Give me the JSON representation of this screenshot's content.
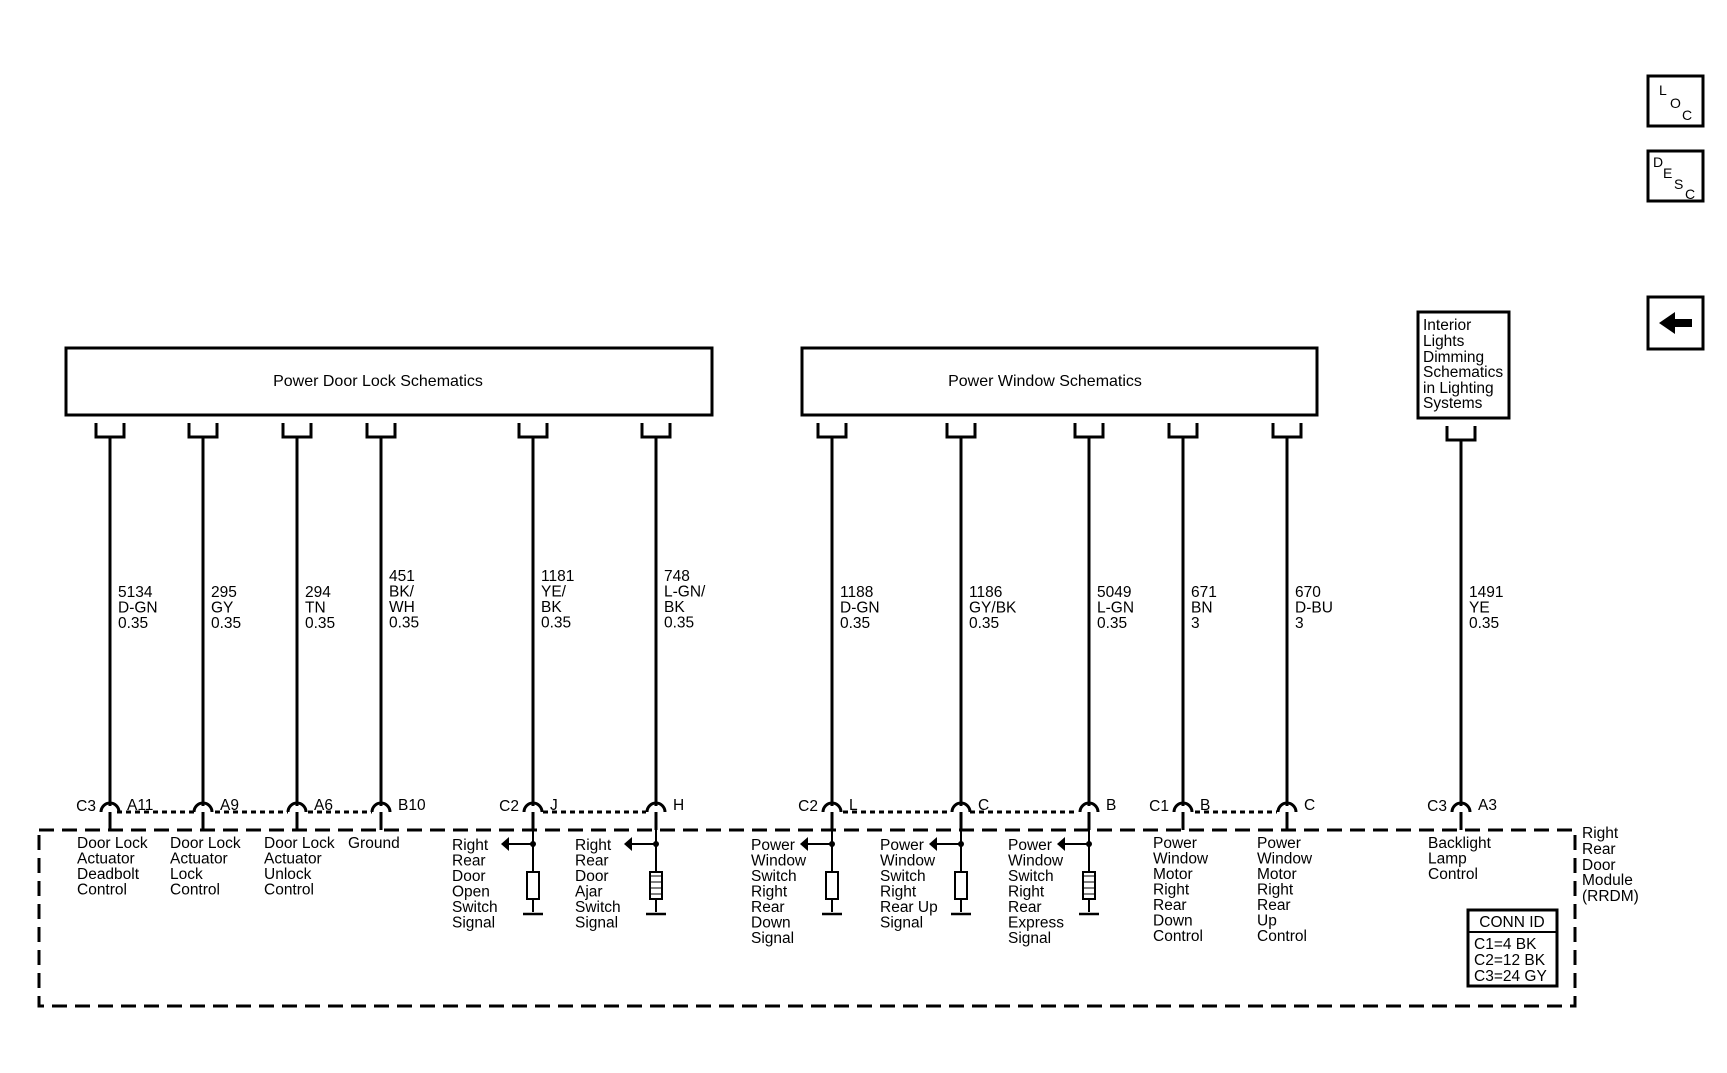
{
  "nav": {
    "loc": [
      "L",
      "O",
      "C"
    ],
    "desc": [
      "D",
      "E",
      "S",
      "C"
    ],
    "back_icon": "left-arrow-icon"
  },
  "boxes": {
    "door_lock": "Power Door Lock Schematics",
    "window": "Power Window Schematics",
    "interior_lines": [
      "Interior",
      "Lights",
      "Dimming",
      "Schematics",
      "in Lighting",
      "Systems"
    ]
  },
  "module": {
    "name_lines": [
      "Right",
      "Rear",
      "Door",
      "Module",
      "(RRDM)"
    ]
  },
  "conn_id": {
    "title": "CONN ID",
    "lines": [
      "C1=4 BK",
      "C2=12 BK",
      "C3=24 GY"
    ]
  },
  "circuits": [
    {
      "circuit": "5134",
      "color_lines": [
        "D-GN"
      ],
      "gauge": "0.35",
      "connector": "C3",
      "pin": "A11",
      "func_lines": [
        "Door Lock",
        "Actuator",
        "Deadbolt",
        "Control"
      ],
      "switch": null
    },
    {
      "circuit": "295",
      "color_lines": [
        "GY"
      ],
      "gauge": "0.35",
      "connector": "",
      "pin": "A9",
      "func_lines": [
        "Door Lock",
        "Actuator",
        "Lock",
        "Control"
      ],
      "switch": null
    },
    {
      "circuit": "294",
      "color_lines": [
        "TN"
      ],
      "gauge": "0.35",
      "connector": "",
      "pin": "A6",
      "func_lines": [
        "Door Lock",
        "Actuator",
        "Unlock",
        "Control"
      ],
      "switch": null
    },
    {
      "circuit": "451",
      "color_lines": [
        "BK/",
        "WH"
      ],
      "gauge": "0.35",
      "connector": "",
      "pin": "B10",
      "func_lines": [
        "Ground"
      ],
      "switch": null
    },
    {
      "circuit": "1181",
      "color_lines": [
        "YE/",
        "BK"
      ],
      "gauge": "0.35",
      "connector": "C2",
      "pin": "J",
      "func_lines": [
        "Right",
        "Rear",
        "Door",
        "Open",
        "Switch",
        "Signal"
      ],
      "switch": "resistor"
    },
    {
      "circuit": "748",
      "color_lines": [
        "L-GN/",
        "BK"
      ],
      "gauge": "0.35",
      "connector": "",
      "pin": "H",
      "func_lines": [
        "Right",
        "Rear",
        "Door",
        "Ajar",
        "Switch",
        "Signal"
      ],
      "switch": "inductor"
    },
    {
      "circuit": "1188",
      "color_lines": [
        "D-GN"
      ],
      "gauge": "0.35",
      "connector": "C2",
      "pin": "L",
      "func_lines": [
        "Power",
        "Window",
        "Switch",
        "Right",
        "Rear",
        "Down",
        "Signal"
      ],
      "switch": "resistor"
    },
    {
      "circuit": "1186",
      "color_lines": [
        "GY/BK"
      ],
      "gauge": "0.35",
      "connector": "",
      "pin": "C",
      "func_lines": [
        "Power",
        "Window",
        "Switch",
        "Right",
        "Rear Up",
        "Signal"
      ],
      "switch": "resistor"
    },
    {
      "circuit": "5049",
      "color_lines": [
        "L-GN"
      ],
      "gauge": "0.35",
      "connector": "",
      "pin": "B",
      "func_lines": [
        "Power",
        "Window",
        "Switch",
        "Right",
        "Rear",
        "Express",
        "Signal"
      ],
      "switch": "inductor"
    },
    {
      "circuit": "671",
      "color_lines": [
        "BN"
      ],
      "gauge": "3",
      "connector": "C1",
      "pin": "B",
      "func_lines": [
        "Power",
        "Window",
        "Motor",
        "Right",
        "Rear",
        "Down",
        "Control"
      ],
      "switch": null
    },
    {
      "circuit": "670",
      "color_lines": [
        "D-BU"
      ],
      "gauge": "3",
      "connector": "",
      "pin": "C",
      "func_lines": [
        "Power",
        "Window",
        "Motor",
        "Right",
        "Rear",
        "Up",
        "Control"
      ],
      "switch": null
    },
    {
      "circuit": "1491",
      "color_lines": [
        "YE"
      ],
      "gauge": "0.35",
      "connector": "C3",
      "pin": "A3",
      "func_lines": [
        "Backlight",
        "Lamp",
        "Control"
      ],
      "switch": null
    }
  ]
}
